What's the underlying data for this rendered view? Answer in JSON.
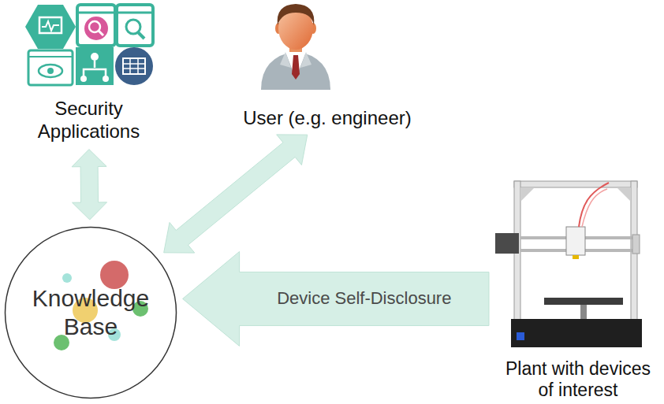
{
  "diagram": {
    "nodes": [
      {
        "text": [
          "Security Applications"
        ]
      },
      {
        "text": [
          "User (e.g. engineer)"
        ]
      },
      {
        "text": [
          "Knowledge Base"
        ]
      },
      {
        "text": [
          "Plant with devices of interest"
        ]
      }
    ],
    "edges": [
      {
        "from": 0,
        "to": 2,
        "arrow": "both"
      },
      {
        "from": 1,
        "to": 2,
        "arrow": "both"
      },
      {
        "from": 3,
        "to": 2,
        "arrow": "to",
        "label": "Device Self-Disclosure"
      }
    ]
  }
}
